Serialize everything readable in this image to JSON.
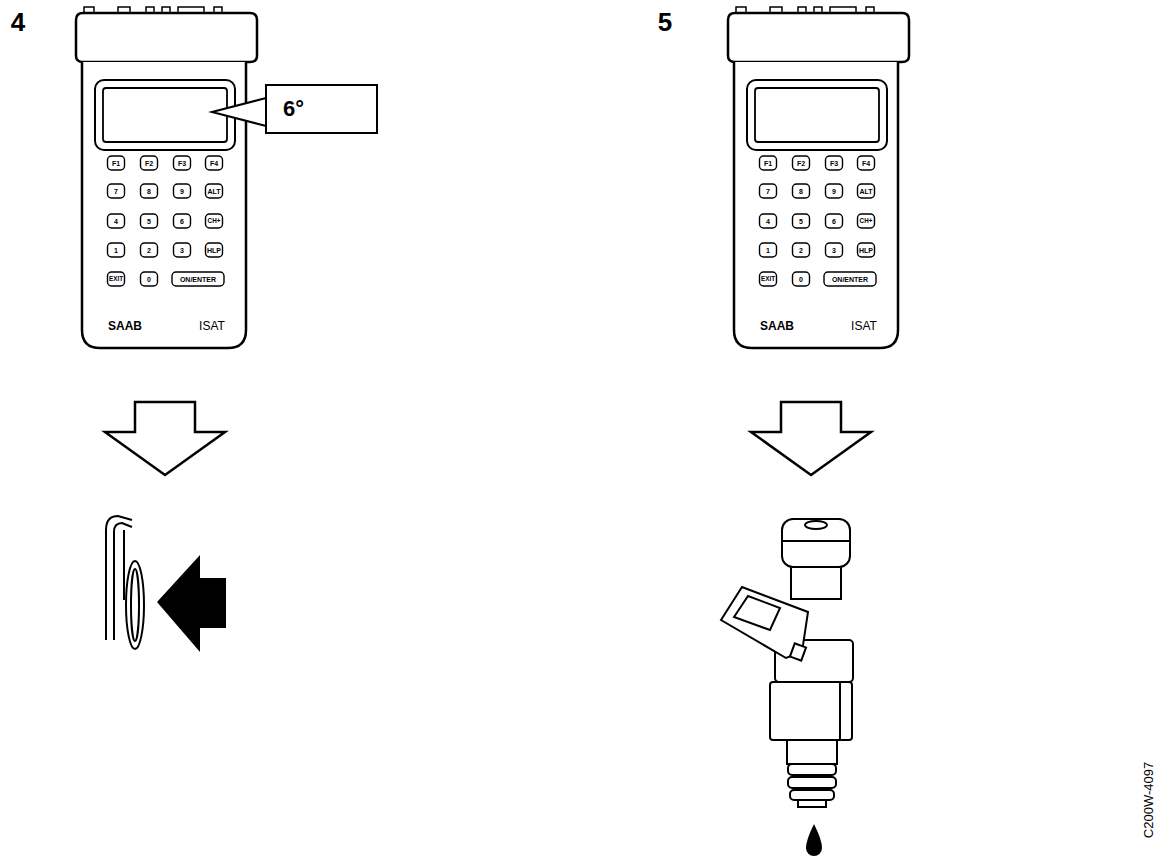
{
  "diagram": {
    "nodes": [
      {
        "text": [
          "6°"
        ]
      }
    ],
    "labels": [
      "4",
      "5",
      "F1",
      "F2",
      "F3",
      "F4",
      "7",
      "8",
      "9",
      "ALT",
      "4",
      "5",
      "6",
      "CH+",
      "1",
      "2",
      "3",
      "HLP",
      "EXIT",
      "0",
      "ON/ENTER",
      "SAAB",
      "ISAT",
      "F1",
      "F2",
      "F3",
      "F4",
      "7",
      "8",
      "9",
      "ALT",
      "4",
      "5",
      "6",
      "CH+",
      "1",
      "2",
      "3",
      "HLP",
      "EXIT",
      "0",
      "ON/ENTER",
      "SAAB",
      "ISAT",
      "C200W-4097"
    ]
  }
}
